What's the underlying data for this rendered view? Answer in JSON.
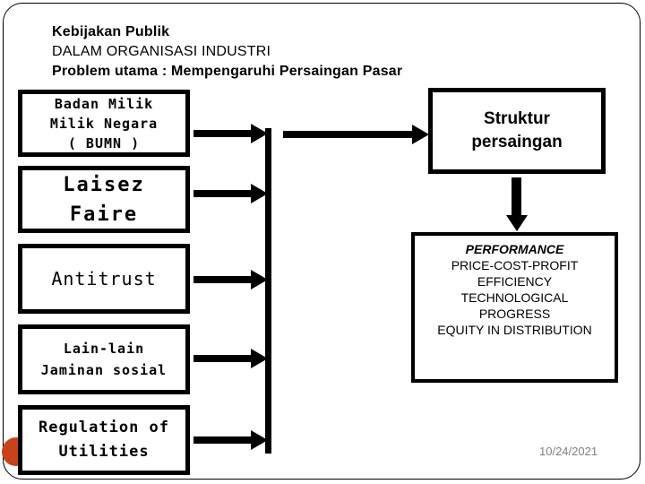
{
  "slide": {
    "title_lines": [
      {
        "text": "Kebijakan Publik",
        "weight": "bold"
      },
      {
        "text": "DALAM ORGANISASI INDUSTRI",
        "weight": "normal"
      },
      {
        "text": "Problem utama :  Mempengaruhi Persaingan Pasar",
        "weight": "bold"
      }
    ],
    "date": "10/24/2021",
    "accent_color": "#C8421B",
    "line_color": "#000000",
    "background_color": "#FFFFFF"
  },
  "policy_boxes": [
    {
      "id": "bumn",
      "lines": [
        "Badan Milik",
        "Milik Negara",
        "( BUMN )"
      ]
    },
    {
      "id": "laisez",
      "lines": [
        "Laisez",
        "Faire"
      ]
    },
    {
      "id": "antitrust",
      "lines": [
        "Antitrust"
      ]
    },
    {
      "id": "lainlain",
      "lines": [
        "Lain-lain",
        "Jaminan sosial"
      ]
    },
    {
      "id": "regulation",
      "lines": [
        "Regulation of",
        "Utilities"
      ]
    }
  ],
  "outcome_boxes": {
    "structure": {
      "lines": [
        "Struktur",
        "persaingan"
      ]
    },
    "performance": {
      "header": "PERFORMANCE",
      "lines": [
        "PRICE-COST-PROFIT",
        "EFFICIENCY",
        "TECHNOLOGICAL",
        "PROGRESS",
        "EQUITY IN DISTRIBUTION"
      ]
    }
  }
}
